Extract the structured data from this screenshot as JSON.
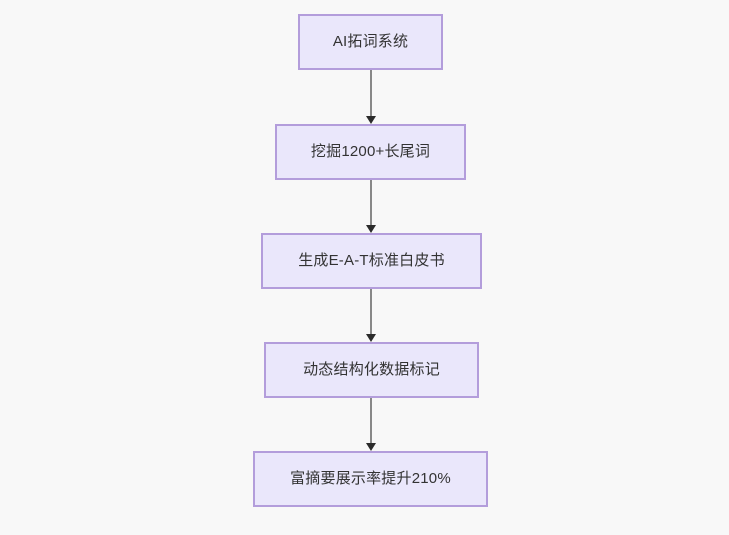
{
  "diagram": {
    "type": "flowchart",
    "direction": "top-to-bottom",
    "background_color": "#f8f8f8",
    "node_fill_color": "#eae7fb",
    "node_border_color": "#b39ddb",
    "node_text_color": "#333333",
    "edge_color": "#888888",
    "arrowhead_color": "#2b2b2b",
    "nodes": [
      {
        "id": "n1",
        "label": "AI拓词系统"
      },
      {
        "id": "n2",
        "label": "挖掘1200+长尾词"
      },
      {
        "id": "n3",
        "label": "生成E-A-T标准白皮书"
      },
      {
        "id": "n4",
        "label": "动态结构化数据标记"
      },
      {
        "id": "n5",
        "label": "富摘要展示率提升210%"
      }
    ],
    "edges": [
      {
        "from": "n1",
        "to": "n2",
        "label": ""
      },
      {
        "from": "n2",
        "to": "n3",
        "label": ""
      },
      {
        "from": "n3",
        "to": "n4",
        "label": ""
      },
      {
        "from": "n4",
        "to": "n5",
        "label": ""
      }
    ]
  }
}
